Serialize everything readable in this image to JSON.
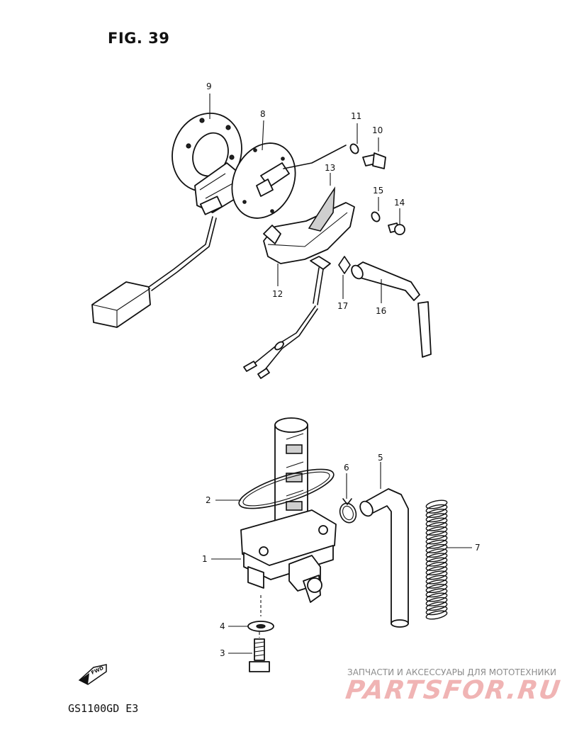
{
  "figure": {
    "title": "FIG. 39",
    "model": "GS1100GD E3"
  },
  "fwd_label": "FWD",
  "watermark": {
    "tagline": "ЗАПЧАСТИ И АКСЕССУАРЫ ДЛЯ МОТОТЕХНИКИ",
    "logo": "PARTSFOR.RU"
  },
  "callouts": [
    {
      "id": "c1",
      "label": "1"
    },
    {
      "id": "c2",
      "label": "2"
    },
    {
      "id": "c3",
      "label": "3"
    },
    {
      "id": "c4",
      "label": "4"
    },
    {
      "id": "c5",
      "label": "5"
    },
    {
      "id": "c6",
      "label": "6"
    },
    {
      "id": "c7",
      "label": "7"
    },
    {
      "id": "c8",
      "label": "8"
    },
    {
      "id": "c9",
      "label": "9"
    },
    {
      "id": "c10",
      "label": "10"
    },
    {
      "id": "c11",
      "label": "11"
    },
    {
      "id": "c12",
      "label": "12"
    },
    {
      "id": "c13",
      "label": "13"
    },
    {
      "id": "c14",
      "label": "14"
    },
    {
      "id": "c15",
      "label": "15"
    },
    {
      "id": "c16",
      "label": "16"
    },
    {
      "id": "c17",
      "label": "17"
    }
  ]
}
